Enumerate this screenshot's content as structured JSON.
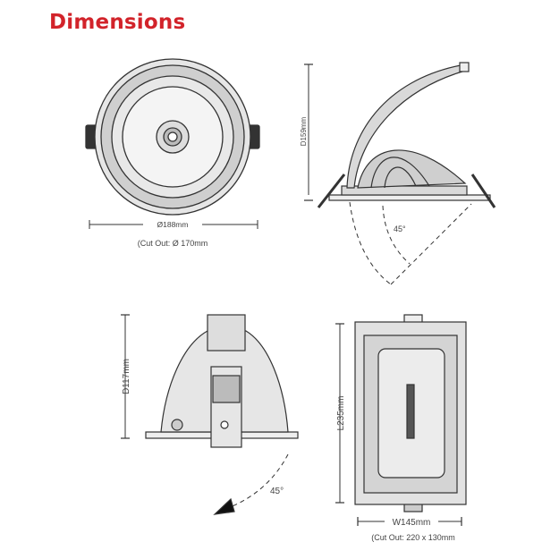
{
  "title": "Dimensions",
  "top_view": {
    "diameter": "Ø188mm",
    "cutout": "(Cut Out: Ø 170mm"
  },
  "side_view_round": {
    "depth": "D159mm",
    "tilt": "45°"
  },
  "side_view_rect": {
    "depth": "D117mm",
    "tilt": "45°"
  },
  "front_view_rect": {
    "length": "L235mm",
    "width": "W145mm",
    "cutout": "(Cut Out: 220 x 130mm"
  },
  "colors": {
    "title": "#d2232a",
    "line": "#333333",
    "fill": "#d9d9d9"
  }
}
